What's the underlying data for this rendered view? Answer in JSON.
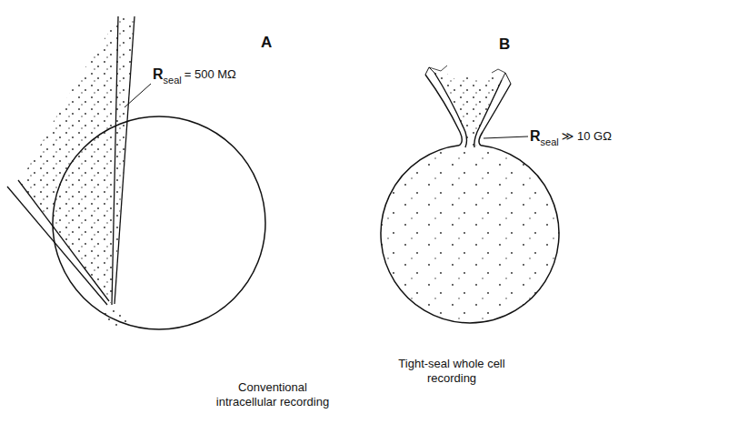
{
  "diagram": {
    "labels": [
      "A",
      "B",
      "R",
      "seal",
      "= 500 MΩ",
      "R",
      "seal",
      "≫ 10 GΩ",
      "Conventional intracellular recording",
      "Tight-seal whole cell recording"
    ]
  }
}
